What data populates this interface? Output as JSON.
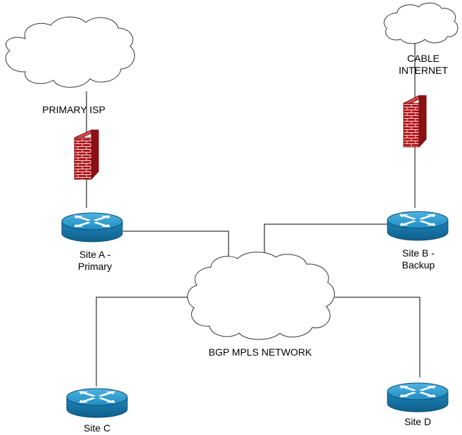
{
  "labels": {
    "primary_isp": "PRIMARY ISP",
    "cable_internet_line1": "CABLE",
    "cable_internet_line2": "INTERNET",
    "mpls_network": "BGP MPLS NETWORK",
    "site_a_line1": "Site A -",
    "site_a_line2": "Primary",
    "site_b_line1": "Site B -",
    "site_b_line2": "Backup",
    "site_c": "Site C",
    "site_d": "Site D"
  },
  "icons": {
    "cloud": "cloud-icon",
    "firewall": "firewall-icon",
    "router": "router-icon"
  },
  "colors": {
    "router_fill": "#1d7fb0",
    "router_top": "#2f9fd2",
    "firewall_brick": "#b3161b",
    "line": "#000000"
  }
}
